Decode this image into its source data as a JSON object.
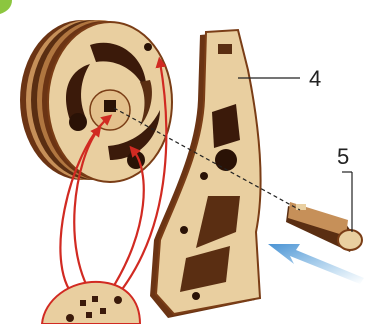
{
  "callouts": [
    {
      "id": "4",
      "label": "4"
    },
    {
      "id": "5",
      "label": "5"
    }
  ],
  "colors": {
    "wood_light": "#e9cfa0",
    "wood_mid": "#d7b07a",
    "wood_dark": "#5a2e12",
    "edge_dark": "#7a3d16",
    "arrow_red": "#d12a22",
    "arrow_blue": "#5ea7dc",
    "leader": "#222222",
    "corner_green": "#8cc63f"
  }
}
